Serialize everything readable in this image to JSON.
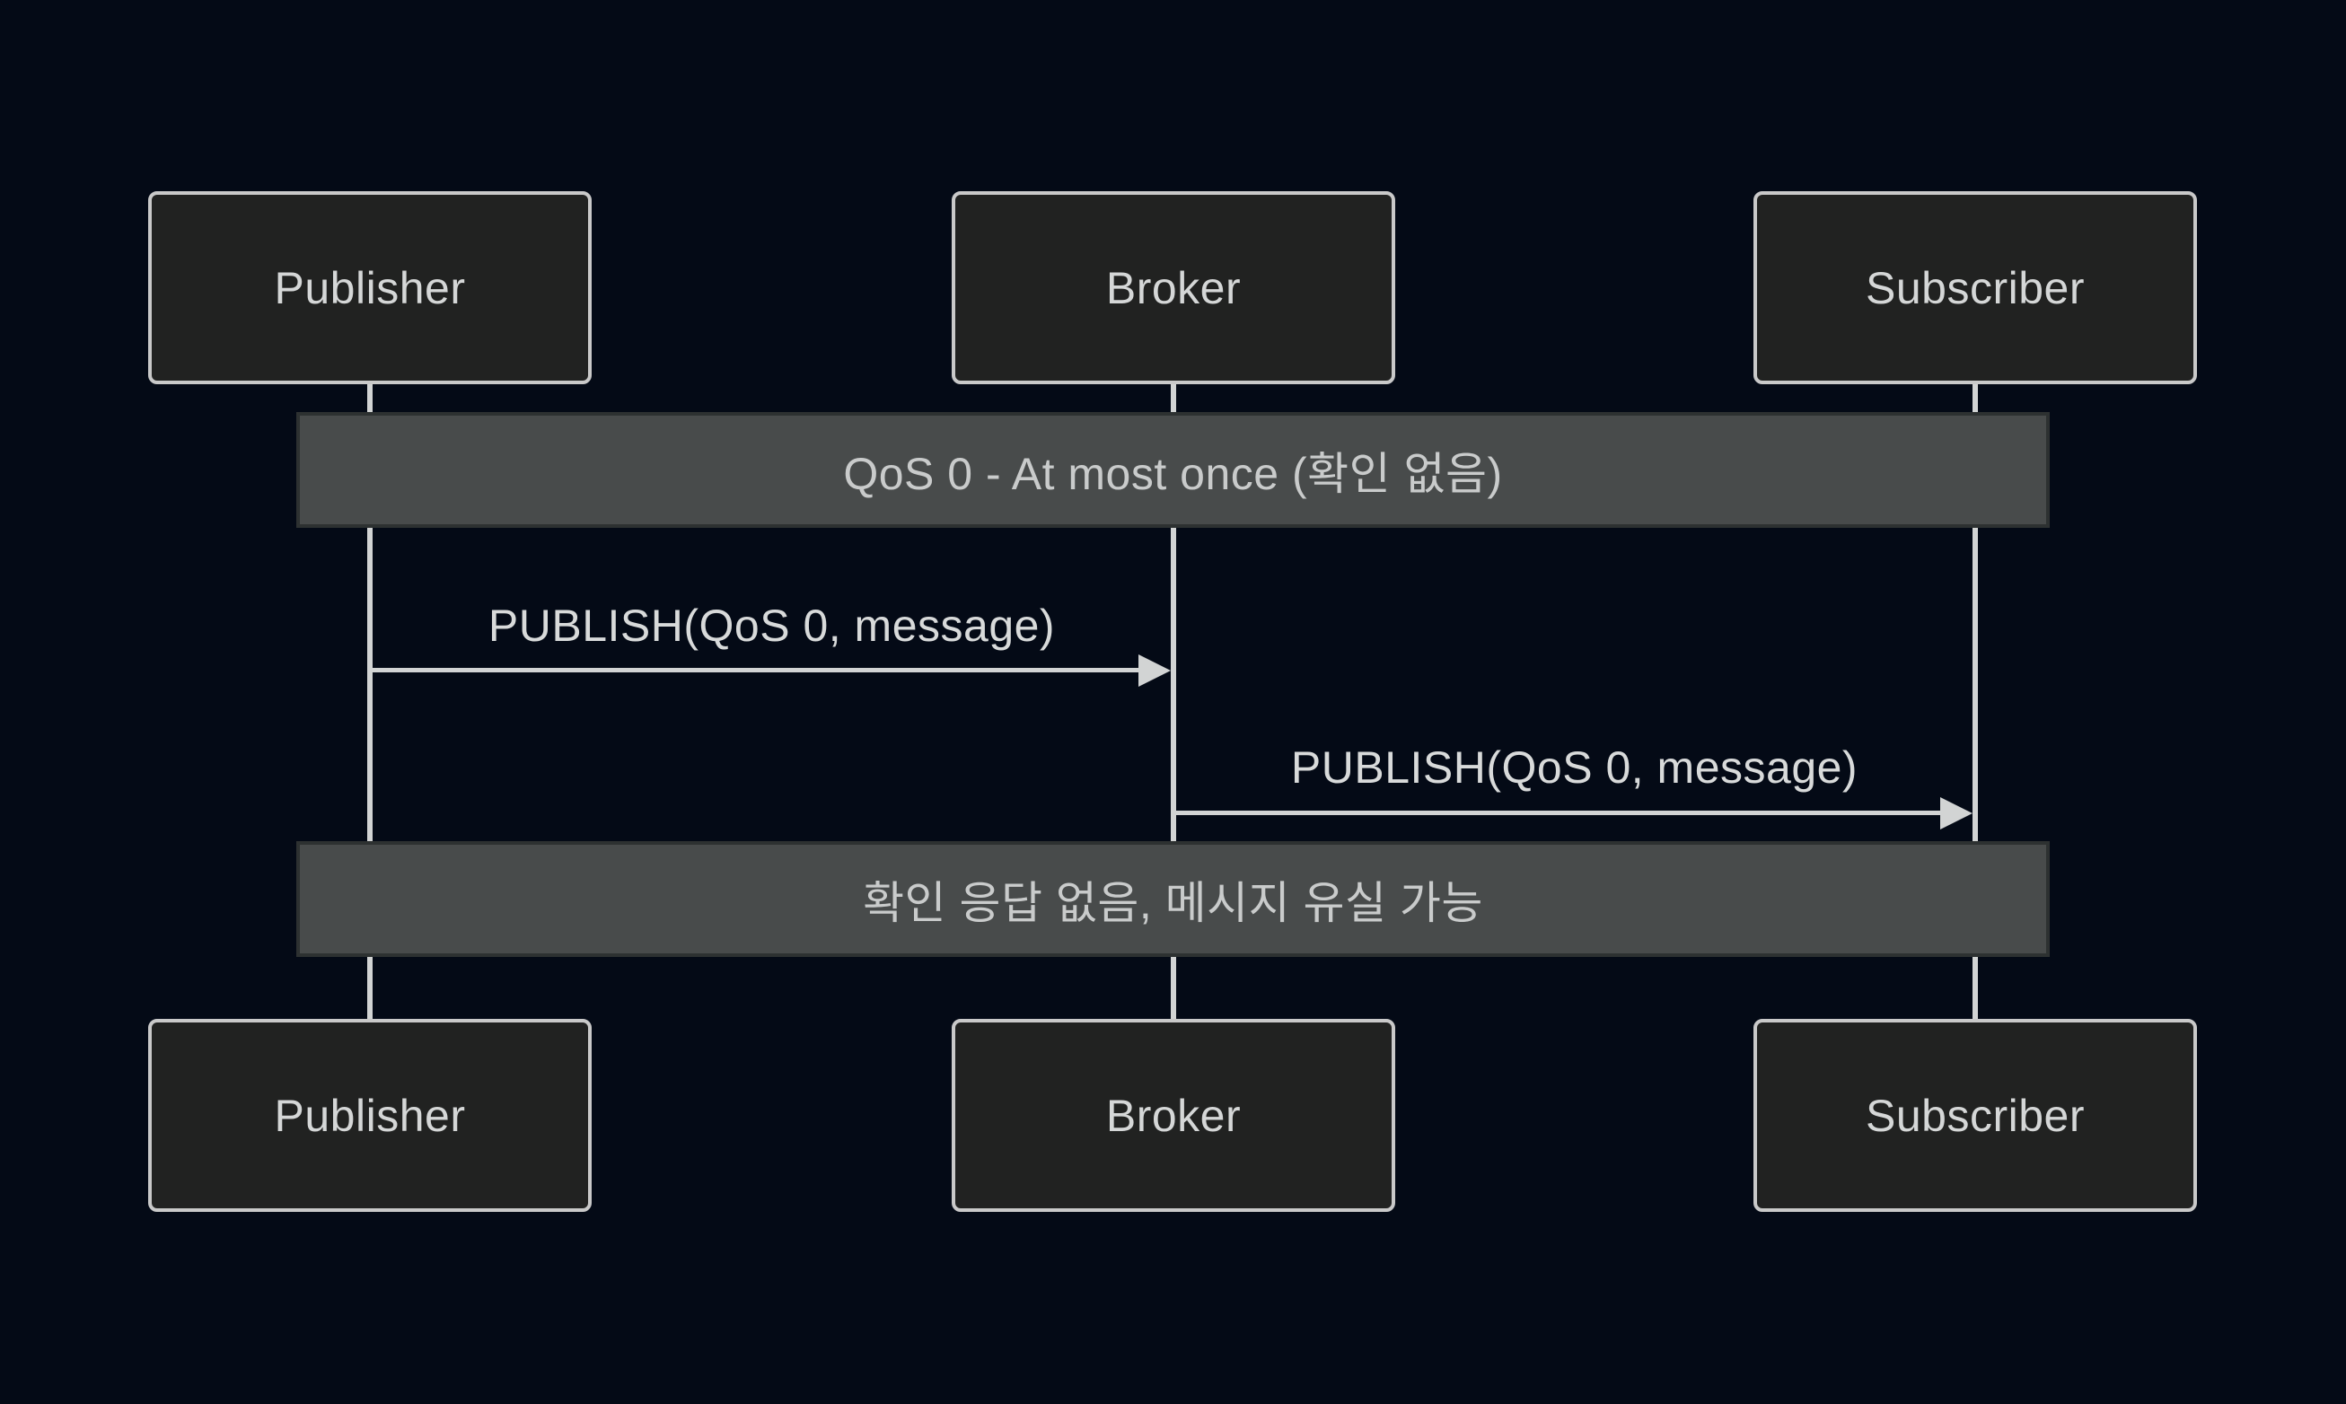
{
  "diagram_type": "sequence",
  "colors": {
    "background": "#040a16",
    "actor_fill": "#212221",
    "actor_border": "#c9c9c9",
    "actor_text": "#d5d7d7",
    "note_fill": "#484b4b",
    "note_border": "#2d3131",
    "note_text": "#c9cbcb",
    "line": "#d2d4d4",
    "message_text": "#d8dada"
  },
  "actors": [
    {
      "label": "Publisher"
    },
    {
      "label": "Broker"
    },
    {
      "label": "Subscriber"
    }
  ],
  "notes": [
    {
      "text": "QoS 0 - At most once (확인 없음)"
    },
    {
      "text": "확인 응답 없음, 메시지 유실 가능"
    }
  ],
  "messages": [
    {
      "from": "Publisher",
      "to": "Broker",
      "label": "PUBLISH(QoS 0, message)"
    },
    {
      "from": "Broker",
      "to": "Subscriber",
      "label": "PUBLISH(QoS 0, message)"
    }
  ]
}
